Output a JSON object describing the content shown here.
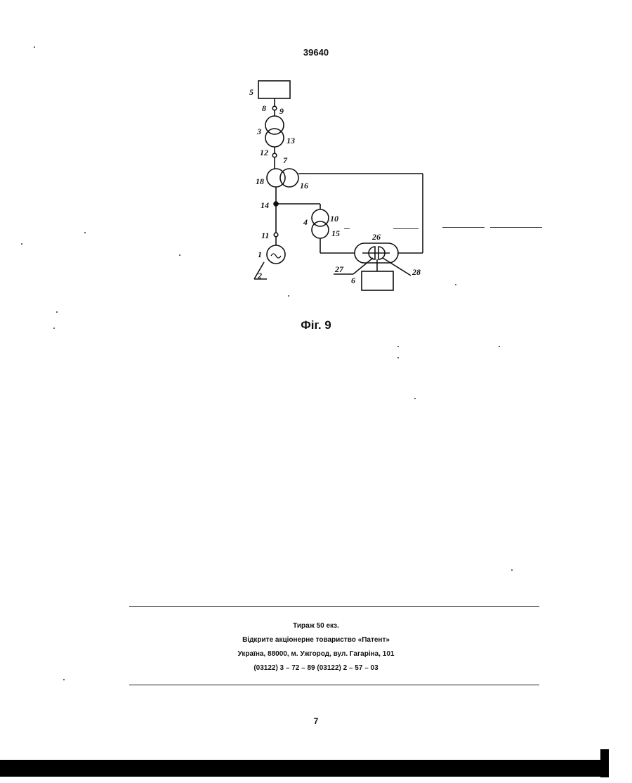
{
  "header": {
    "page_id": "39640"
  },
  "figure": {
    "caption": "Фіг. 9",
    "labels": {
      "l1": "1",
      "l2": "2",
      "l3": "3",
      "l4": "4",
      "l5": "5",
      "l6": "6",
      "l7": "7",
      "l8": "8",
      "l9": "9",
      "l10": "10",
      "l11": "11",
      "l12": "12",
      "l13": "13",
      "l14": "14",
      "l15": "15",
      "l16": "16",
      "l18": "18",
      "l26": "26",
      "l27": "27",
      "l28": "28"
    }
  },
  "imprint": {
    "line1": "Тираж 50 екз.",
    "line2": "Відкрите акціонерне товариство «Патент»",
    "line3": "Україна, 88000, м. Ужгород, вул. Гагаріна, 101",
    "line4": "(03122) 3 – 72 – 89   (03122) 2 – 57 – 03"
  },
  "footer": {
    "page_number": "7"
  }
}
